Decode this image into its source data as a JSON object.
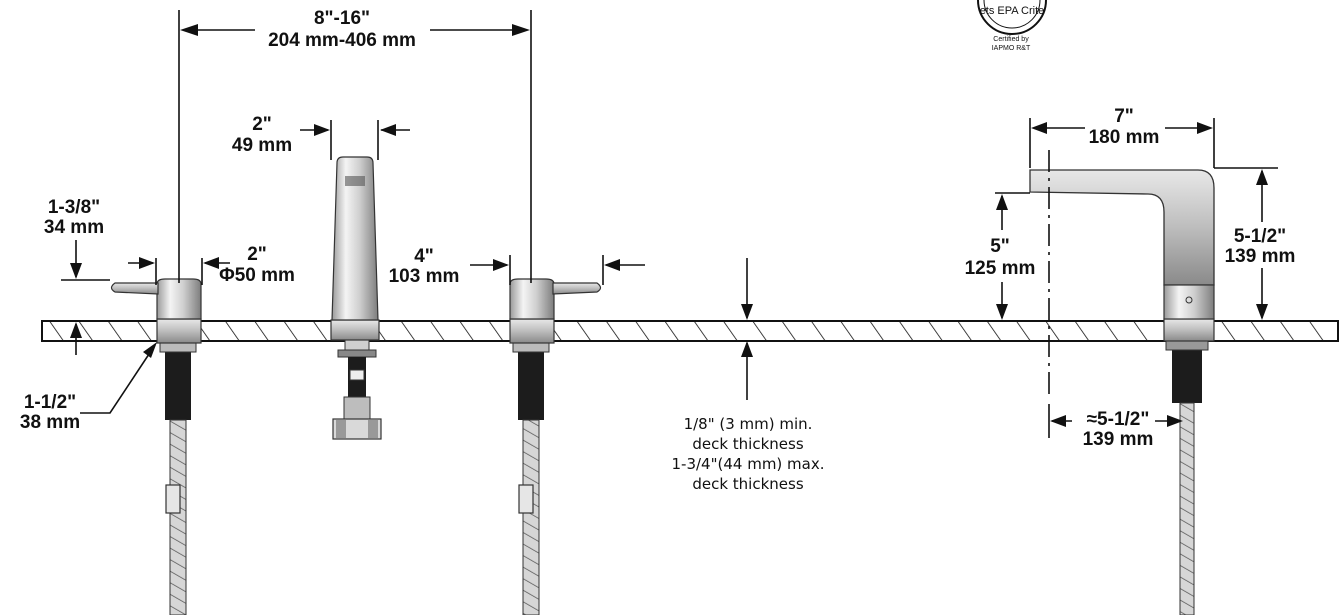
{
  "dimensions": {
    "spread_inch": "8\"-16\"",
    "spread_mm": "204 mm-406 mm",
    "spout_width_inch": "2\"",
    "spout_width_mm": "49 mm",
    "handle_height_inch": "1-3/8\"",
    "handle_height_mm": "34 mm",
    "base_diameter_inch": "2\"",
    "base_diameter_mm": "Φ50 mm",
    "handle_length_inch": "4\"",
    "handle_length_mm": "103 mm",
    "shank_inch": "1-1/2\"",
    "shank_mm": "38 mm",
    "spout_reach_inch": "7\"",
    "spout_reach_mm": "180 mm",
    "spout_clearance_inch": "5\"",
    "spout_clearance_mm": "125 mm",
    "spout_height_inch": "5-1/2\"",
    "spout_height_mm": "139 mm",
    "center_to_outlet_inch": "≈5-1/2\"",
    "center_to_outlet_mm": "139 mm"
  },
  "deck_note": {
    "line1": "1/8\" (3 mm) min.",
    "line2": "deck thickness",
    "line3": "1-3/4\"(44 mm) max.",
    "line4": "deck thickness"
  },
  "certification": {
    "seal_text": "ets EPA Crite",
    "line1": "Certified by",
    "line2": "IAPMO R&T"
  }
}
